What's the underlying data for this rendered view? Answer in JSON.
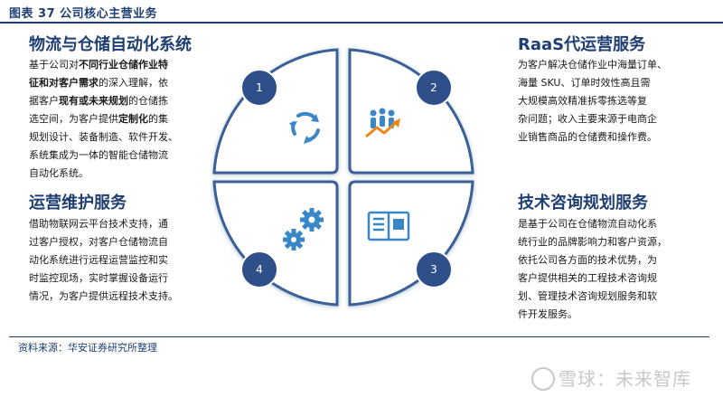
{
  "header": {
    "title": "图表 37 公司核心主营业务"
  },
  "sections": {
    "tl": {
      "title": "物流与仓储自动化系统",
      "body": [
        [
          {
            "t": "基于公司对"
          },
          {
            "t": "不同行业仓储作业特",
            "b": true
          }
        ],
        [
          {
            "t": "征和对客户需求",
            "b": true
          },
          {
            "t": "的深入理解，依"
          }
        ],
        [
          {
            "t": "据客户"
          },
          {
            "t": "现有或未来规划",
            "b": true
          },
          {
            "t": "的仓储拣"
          }
        ],
        [
          {
            "t": "选空间，为客户提供"
          },
          {
            "t": "定制化",
            "b": true
          },
          {
            "t": "的集"
          }
        ],
        [
          {
            "t": "规划设计、装备制造、软件开发、"
          }
        ],
        [
          {
            "t": "系统集成为一体的智能仓储物流"
          }
        ],
        [
          {
            "t": "自动化系统。"
          }
        ]
      ]
    },
    "tr": {
      "title": "RaaS代运营服务",
      "body": [
        [
          {
            "t": "为客户解决仓储作业中海量订单、"
          }
        ],
        [
          {
            "t": "海量 SKU、订单时效性高且需"
          }
        ],
        [
          {
            "t": "大规模高效精准拆零拣选等复"
          }
        ],
        [
          {
            "t": "杂问题；收入主要来源于电商企"
          }
        ],
        [
          {
            "t": "业销售商品的仓储费和操作费。"
          }
        ]
      ]
    },
    "bl": {
      "title": "运营维护服务",
      "body": [
        [
          {
            "t": "借助物联网云平台技术支持，通"
          }
        ],
        [
          {
            "t": "过客户授权，对客户仓储物流自"
          }
        ],
        [
          {
            "t": "动化系统进行远程运营监控和实"
          }
        ],
        [
          {
            "t": "时监控现场，实时掌握设备运行"
          }
        ],
        [
          {
            "t": "情况，为客户提供远程技术支持。"
          }
        ]
      ]
    },
    "br": {
      "title": "技术咨询规划服务",
      "body": [
        [
          {
            "t": "是基于公司在仓储物流自动化系"
          }
        ],
        [
          {
            "t": "统行业的品牌影响力和客户资源，"
          }
        ],
        [
          {
            "t": "依托公司各方面的技术优势，为"
          }
        ],
        [
          {
            "t": "客户提供相关的工程技术咨询规"
          }
        ],
        [
          {
            "t": "划、管理技术咨询规划服务和软"
          }
        ],
        [
          {
            "t": "件开发服务。"
          }
        ]
      ]
    }
  },
  "diagram": {
    "badges": [
      "1",
      "2",
      "3",
      "4"
    ],
    "icons": [
      "cycle-arrows-icon",
      "team-growth-icon",
      "open-book-icon",
      "gears-icon"
    ]
  },
  "colors": {
    "navy": "#1f3f73",
    "accent": "#3a5f97",
    "badge": "#2f4f8a"
  },
  "footer": {
    "source": "资料来源：华安证券研究所整理"
  },
  "watermark": {
    "text": "雪球：未来智库"
  }
}
